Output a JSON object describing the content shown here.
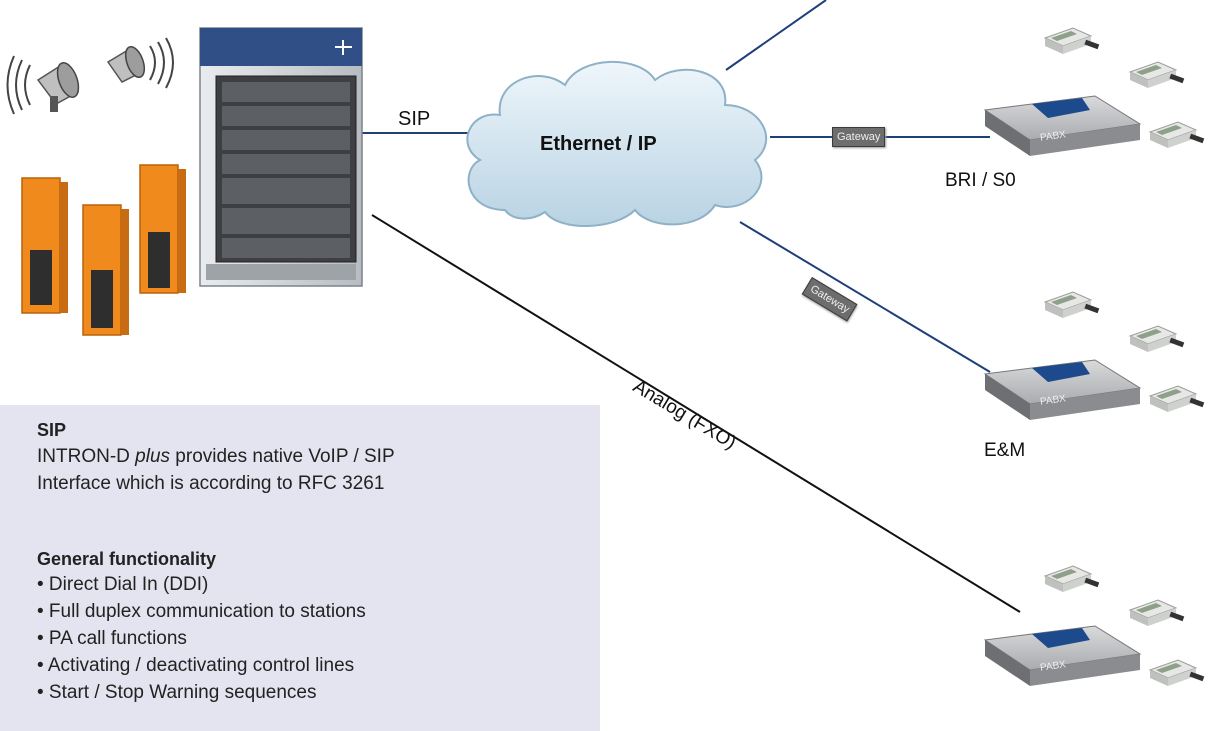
{
  "diagram": {
    "cloud_label": "Ethernet / IP",
    "sip_label": "SIP",
    "gateway1_label": "Gateway",
    "gateway2_label": "Gateway",
    "bri_label": "BRI / S0",
    "em_label": "E&M",
    "analog_label": "Analog (FXO)",
    "pabx1_label": "PABX",
    "pabx2_label": "PABX",
    "pabx3_label": "PABX"
  },
  "info": {
    "heading1": "SIP",
    "line1_pre": "INTRON-D ",
    "line1_em": "plus",
    "line1_post": " provides native VoIP / SIP",
    "line2": "Interface which is according to RFC 3261",
    "heading2": "General functionality",
    "bullets": [
      "• Direct Dial In (DDI)",
      "• Full duplex communication to stations",
      "• PA call functions",
      "• Activating / deactivating control lines",
      "• Start / Stop Warning sequences"
    ]
  },
  "colors": {
    "line_blue": "#1f3f7a",
    "pabx_blue": "#1d4a8c",
    "orange": "#f08a1c",
    "panel": "#e3e4ef"
  }
}
